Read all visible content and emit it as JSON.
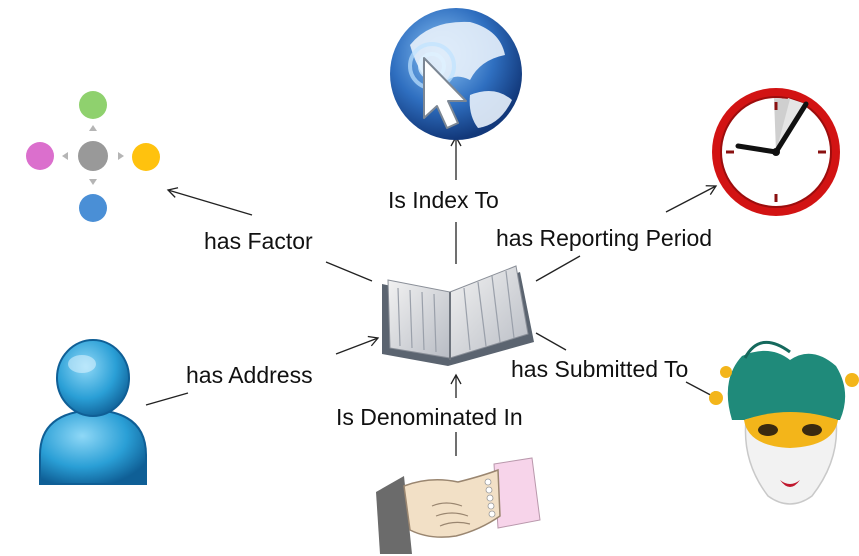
{
  "center": {
    "name": "book-icon"
  },
  "nodes": [
    {
      "id": "factor",
      "icon": "factor-nodes-icon",
      "colors": {
        "top": "#8fd16e",
        "left": "#db6fcd",
        "right": "#ffc20e",
        "bottom": "#4a8fd6",
        "center": "#999999"
      }
    },
    {
      "id": "index",
      "icon": "globe-cursor-icon",
      "colors": {
        "ocean": "#2f6fc0",
        "land": "#e8f1fb"
      }
    },
    {
      "id": "period",
      "icon": "clock-icon",
      "colors": {
        "rim": "#d21313",
        "face": "#ffffff"
      }
    },
    {
      "id": "address",
      "icon": "user-icon",
      "colors": {
        "body": "#2a9fd6"
      }
    },
    {
      "id": "submitted",
      "icon": "jester-mask-icon",
      "colors": {
        "hat": "#1f8a7a",
        "mask": "#f3b51a"
      }
    },
    {
      "id": "denominated",
      "icon": "handshake-icon",
      "colors": {
        "sleeve_left": "#6b6b6b",
        "sleeve_right": "#f7d4ea"
      }
    }
  ],
  "edges": [
    {
      "id": "has-factor",
      "label": "has Factor"
    },
    {
      "id": "is-index-to",
      "label": "Is Index To"
    },
    {
      "id": "has-reporting-period",
      "label": "has Reporting Period"
    },
    {
      "id": "has-address",
      "label": "has Address"
    },
    {
      "id": "has-submitted-to",
      "label": "has Submitted To"
    },
    {
      "id": "is-denominated-in",
      "label": "Is Denominated In"
    }
  ]
}
